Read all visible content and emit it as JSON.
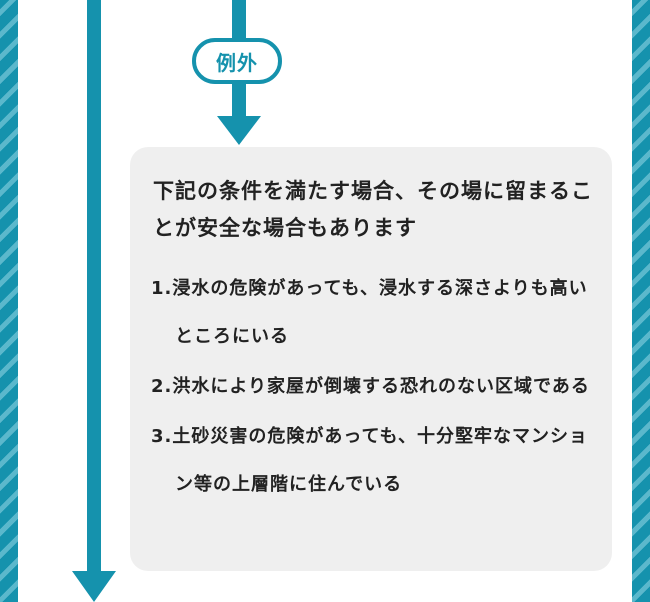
{
  "exception_label": "例外",
  "heading": "下記の条件を満たす場合、その場に留まることが安全な場合もあります",
  "conditions": [
    "1.浸水の危険があっても、浸水する深さよりも高いところにいる",
    "2.洪水により家屋が倒壊する恐れのない区域である",
    "3.土砂災害の危険があっても、十分堅牢なマンション等の上層階に住んでいる"
  ],
  "colors": {
    "accent": "#1592ad",
    "accent_light": "#5bb8cc",
    "box_background": "#efefef",
    "text": "#222222"
  }
}
